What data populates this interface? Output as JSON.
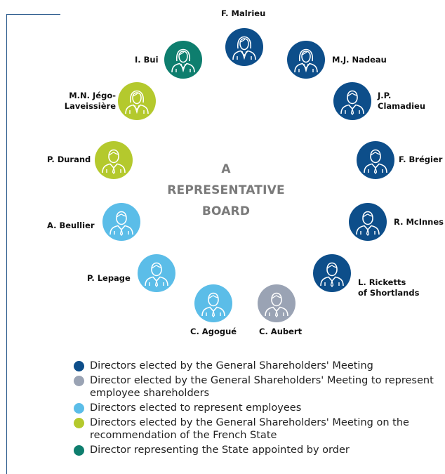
{
  "title": "A REPRESENTATIVE BOARD",
  "colors": {
    "dark_blue": "#0d4e8a",
    "grey": "#9aa3b4",
    "light_blue": "#5bbde8",
    "lime": "#b4c92d",
    "teal": "#0e7e6e",
    "frame": "#2a5a8c"
  },
  "directors": [
    {
      "name": "F. Malrieu",
      "category": "shareholders",
      "icon": "person-woman-icon"
    },
    {
      "name": "M.J. Nadeau",
      "category": "shareholders",
      "icon": "person-woman-icon"
    },
    {
      "name": "J.P. Clamadieu",
      "category": "shareholders",
      "icon": "person-man-icon"
    },
    {
      "name": "F. Brégier",
      "category": "shareholders",
      "icon": "person-man-icon"
    },
    {
      "name": "R. McInnes",
      "category": "shareholders",
      "icon": "person-man-icon"
    },
    {
      "name": "L. Ricketts of Shortlands",
      "category": "shareholders",
      "icon": "person-man-icon"
    },
    {
      "name": "C. Aubert",
      "category": "employee_shareholders",
      "icon": "person-man-icon"
    },
    {
      "name": "C. Agogué",
      "category": "employees",
      "icon": "person-man-icon"
    },
    {
      "name": "P. Lepage",
      "category": "employees",
      "icon": "person-man-icon"
    },
    {
      "name": "A. Beullier",
      "category": "employees",
      "icon": "person-man-icon"
    },
    {
      "name": "P. Durand",
      "category": "state_recommended",
      "icon": "person-man-icon"
    },
    {
      "name": "M.N. Jégo-Laveissière",
      "category": "state_recommended",
      "icon": "person-woman-icon"
    },
    {
      "name": "I. Bui",
      "category": "state_representative",
      "icon": "person-woman-icon"
    }
  ],
  "labels": {
    "malrieu": "F. Malrieu",
    "nadeau": "M.J. Nadeau",
    "clamadieu_1": "J.P.",
    "clamadieu_2": "Clamadieu",
    "bregier": "F. Brégier",
    "mcinnes": "R. McInnes",
    "ricketts_1": "L. Ricketts",
    "ricketts_2": "of Shortlands",
    "aubert": "C. Aubert",
    "agogue": "C. Agogué",
    "lepage": "P. Lepage",
    "beullier": "A. Beullier",
    "durand": "P. Durand",
    "jego_1": "M.N. Jégo-",
    "jego_2": "Laveissière",
    "bui": "I. Bui"
  },
  "legend": [
    {
      "color": "#0d4e8a",
      "text": "Directors elected by the General Shareholders' Meeting"
    },
    {
      "color": "#9aa3b4",
      "text": "Director elected by the General Shareholders' Meeting to represent employee shareholders"
    },
    {
      "color": "#5bbde8",
      "text": "Directors elected to represent employees"
    },
    {
      "color": "#b4c92d",
      "text": "Directors elected by the General Shareholders' Meeting on the recommendation of the French State"
    },
    {
      "color": "#0e7e6e",
      "text": "Director representing the State appointed by order"
    }
  ]
}
